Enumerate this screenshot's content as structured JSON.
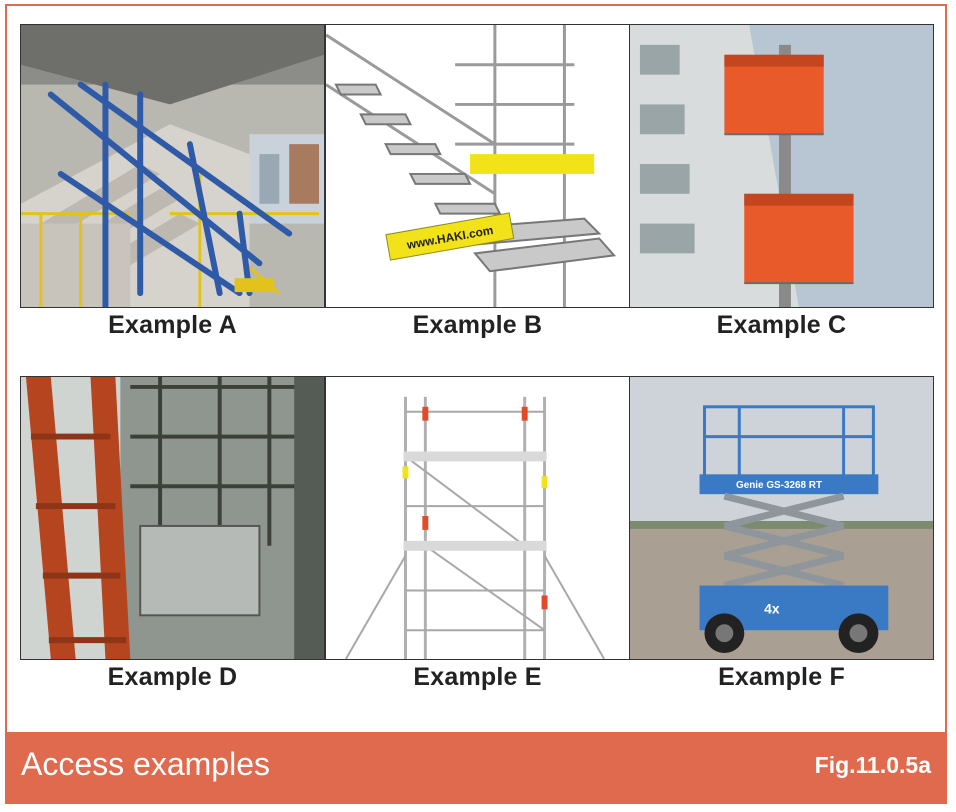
{
  "examples": [
    {
      "caption": "Example A"
    },
    {
      "caption": "Example B",
      "sign_text": "www.HAKI.com"
    },
    {
      "caption": "Example C"
    },
    {
      "caption": "Example D"
    },
    {
      "caption": "Example E"
    },
    {
      "caption": "Example F",
      "machine_text": "Genie GS-3268 RT",
      "badge_text": "4x"
    }
  ],
  "footer": {
    "title": "Access examples",
    "figure_ref": "Fig.11.0.5a"
  },
  "colors": {
    "accent": "#e06a4e",
    "scaffold_blue": "#2f5aa8",
    "hoist_orange": "#e85a2a",
    "sign_yellow": "#f2e21a",
    "lift_blue": "#3a7ac4"
  }
}
